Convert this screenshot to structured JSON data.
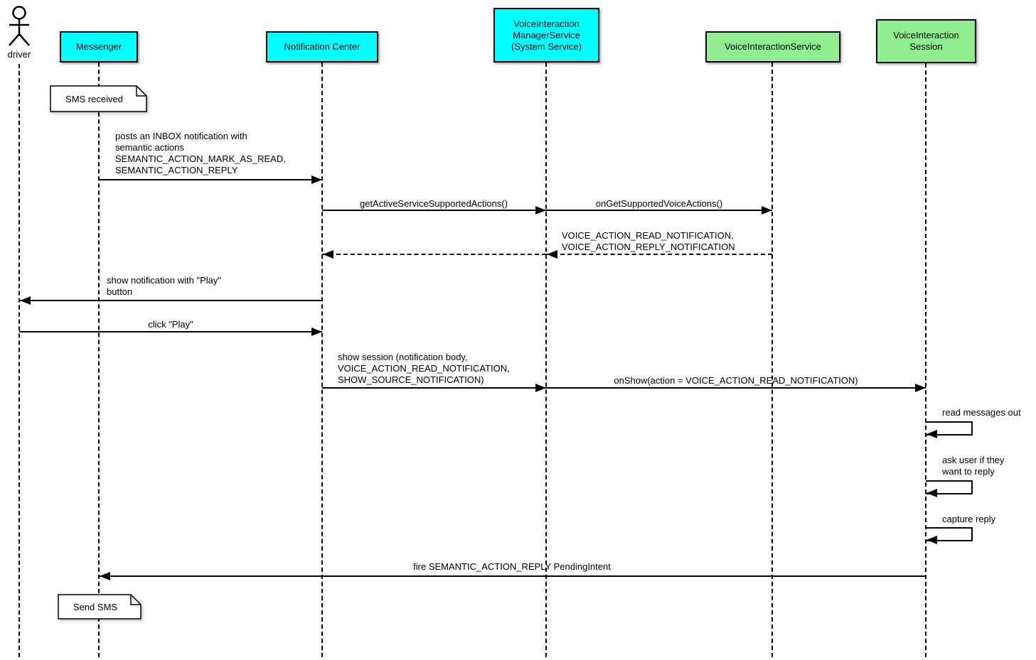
{
  "diagram": {
    "type": "uml-sequence-diagram",
    "colors": {
      "platform_participant_fill": "#00FFFF",
      "voice_participant_fill": "#90EE90",
      "note_fill": "#FFFFFF",
      "line": "#000000",
      "background": "#FFFFFF"
    },
    "actor": {
      "label": "driver"
    },
    "participants": [
      {
        "label": "Messenger",
        "fill": "#00FFFF"
      },
      {
        "label": "Notification Center",
        "fill": "#00FFFF"
      },
      {
        "label": "VoiceInteraction\nManagerService\n(System Service)",
        "fill": "#00FFFF"
      },
      {
        "label": "VoiceInteractionService",
        "fill": "#90EE90"
      },
      {
        "label": "VoiceInteraction\nSession",
        "fill": "#90EE90"
      }
    ],
    "notes": [
      {
        "text": "SMS received",
        "attached_to": "Messenger"
      },
      {
        "text": "Send SMS",
        "attached_to": "Messenger"
      }
    ],
    "messages": [
      {
        "from": "Messenger",
        "to": "Notification Center",
        "style": "solid",
        "label": "posts an INBOX notification with\nsemantic actions\nSEMANTIC_ACTION_MARK_AS_READ,\nSEMANTIC_ACTION_REPLY"
      },
      {
        "from": "Notification Center",
        "to": "VoiceInteraction ManagerService (System Service)",
        "style": "solid",
        "label": "getActiveServiceSupportedActions()"
      },
      {
        "from": "VoiceInteraction ManagerService (System Service)",
        "to": "VoiceInteractionService",
        "style": "solid",
        "label": "onGetSupportedVoiceActions()"
      },
      {
        "from": "VoiceInteractionService",
        "to": "VoiceInteraction ManagerService (System Service)",
        "style": "dashed-return",
        "label": "VOICE_ACTION_READ_NOTIFICATION,\nVOICE_ACTION_REPLY_NOTIFICATION"
      },
      {
        "from": "VoiceInteraction ManagerService (System Service)",
        "to": "Notification Center",
        "style": "dashed-return",
        "label": ""
      },
      {
        "from": "Notification Center",
        "to": "driver",
        "style": "solid",
        "label": "show notification with \"Play\"\nbutton"
      },
      {
        "from": "driver",
        "to": "Notification Center",
        "style": "solid",
        "label": "click \"Play\""
      },
      {
        "from": "Notification Center",
        "to": "VoiceInteraction ManagerService (System Service)",
        "style": "solid",
        "label": "show session (notification body,\nVOICE_ACTION_READ_NOTIFICATION,\nSHOW_SOURCE_NOTIFICATION)"
      },
      {
        "from": "VoiceInteraction ManagerService (System Service)",
        "to": "VoiceInteraction Session",
        "style": "solid",
        "label": "onShow(action = VOICE_ACTION_READ_NOTIFICATION)"
      },
      {
        "from": "VoiceInteraction Session",
        "to": "VoiceInteraction Session",
        "style": "self",
        "label": "read messages out"
      },
      {
        "from": "VoiceInteraction Session",
        "to": "VoiceInteraction Session",
        "style": "self",
        "label": "ask user if they\nwant to reply"
      },
      {
        "from": "VoiceInteraction Session",
        "to": "VoiceInteraction Session",
        "style": "self",
        "label": "capture reply"
      },
      {
        "from": "VoiceInteraction Session",
        "to": "Messenger",
        "style": "solid",
        "label": "fire SEMANTIC_ACTION_REPLY PendingIntent"
      }
    ]
  }
}
